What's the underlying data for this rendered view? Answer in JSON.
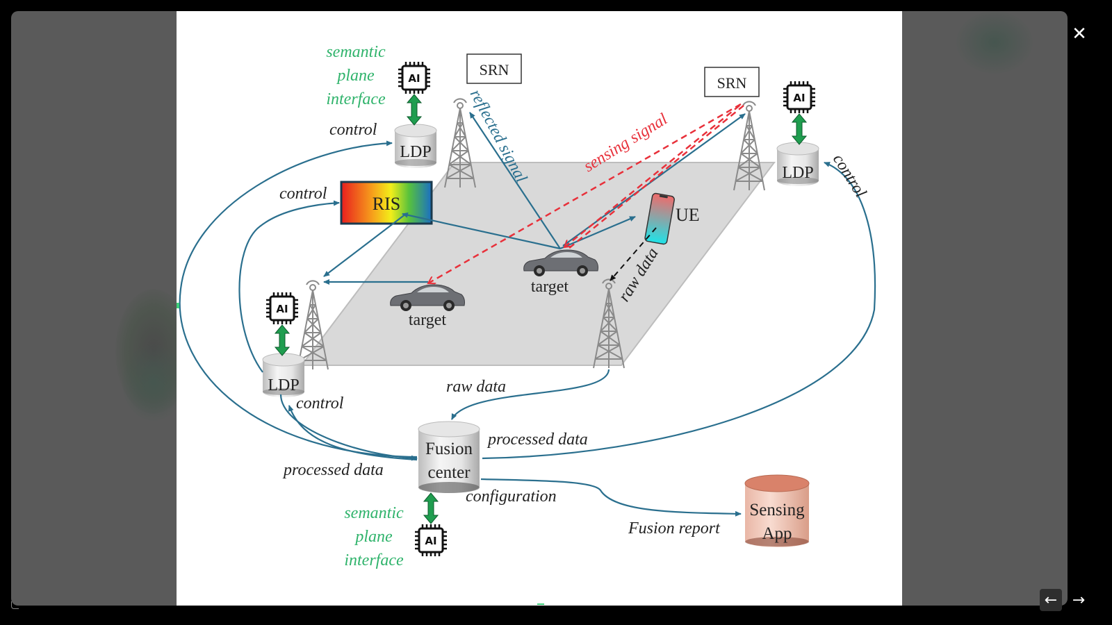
{
  "viewer": {
    "close_label": "✕",
    "prev_label": "←",
    "next_label": "→",
    "icons": {
      "close": "close-icon",
      "prev": "arrow-left-icon",
      "next": "arrow-right-icon"
    }
  },
  "diagram": {
    "colors": {
      "link": "#2a6f8e",
      "sensing": "#e8303a",
      "semantic_text": "#2fb36b",
      "semantic_arrow": "#1f9d4f",
      "plane": "#d9d9d9",
      "tower": "#8a8a8a",
      "sensing_app": "#d9826a"
    },
    "semantic_interface_top": [
      "semantic",
      "plane",
      "interface"
    ],
    "semantic_interface_bottom": [
      "semantic",
      "plane",
      "interface"
    ],
    "ai_chip_label": "AI",
    "srn_left": "SRN",
    "srn_right": "SRN",
    "ldp_top": "LDP",
    "ldp_right": "LDP",
    "ldp_left": "LDP",
    "ris": "RIS",
    "ue": "UE",
    "target_left": "target",
    "target_center": "target",
    "fusion_center": [
      "Fusion",
      "center"
    ],
    "sensing_app": [
      "Sensing",
      "App"
    ],
    "edge_labels": {
      "control_top": "control",
      "control_ris": "control",
      "control_right": "control",
      "control_bottom": "control",
      "reflected_signal": "reflected signal",
      "sensing_signal": "sensing signal",
      "raw_data_ue": "raw data",
      "raw_data_fusion": "raw data",
      "processed_data_right": "processed data",
      "processed_data_left": "processed data",
      "configuration": "configuration",
      "fusion_report": "Fusion report"
    }
  }
}
